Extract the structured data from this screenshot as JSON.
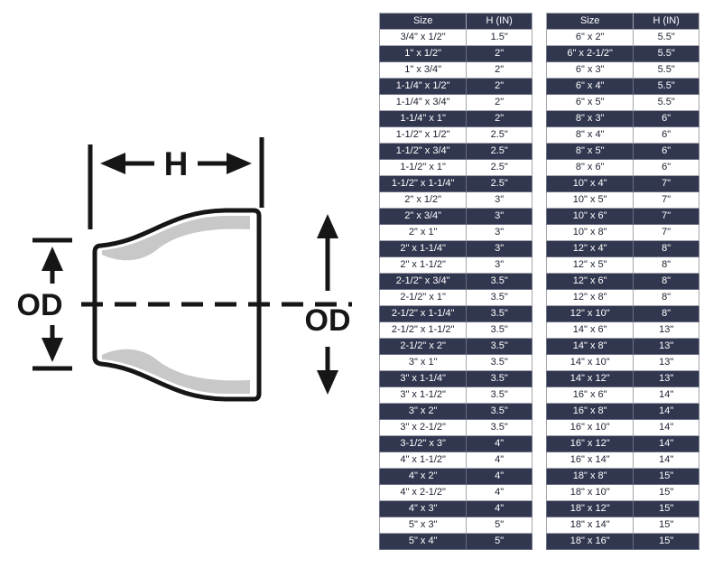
{
  "diagram": {
    "h_label": "H",
    "od_left_label": "OD",
    "od_right_label": "OD"
  },
  "colors": {
    "dark_row_bg": "#323750",
    "light_row_bg": "#ffffff",
    "dark_text": "#1c2030",
    "light_text": "#ffffff",
    "shading_gray": "#c8c8c8",
    "line_black": "#161616"
  },
  "tables": [
    {
      "headers": [
        "Size",
        "H (IN)"
      ],
      "rows": [
        [
          "3/4\" x 1/2\"",
          "1.5\""
        ],
        [
          "1\" x 1/2\"",
          "2\""
        ],
        [
          "1\" x 3/4\"",
          "2\""
        ],
        [
          "1-1/4\" x 1/2\"",
          "2\""
        ],
        [
          "1-1/4\" x 3/4\"",
          "2\""
        ],
        [
          "1-1/4\" x 1\"",
          "2\""
        ],
        [
          "1-1/2\" x 1/2\"",
          "2.5\""
        ],
        [
          "1-1/2\" x 3/4\"",
          "2.5\""
        ],
        [
          "1-1/2\" x 1\"",
          "2.5\""
        ],
        [
          "1-1/2\" x 1-1/4\"",
          "2.5\""
        ],
        [
          "2\" x 1/2\"",
          "3\""
        ],
        [
          "2\" x 3/4\"",
          "3\""
        ],
        [
          "2\" x 1\"",
          "3\""
        ],
        [
          "2\" x 1-1/4\"",
          "3\""
        ],
        [
          "2\" x 1-1/2\"",
          "3\""
        ],
        [
          "2-1/2\" x 3/4\"",
          "3.5\""
        ],
        [
          "2-1/2\" x 1\"",
          "3.5\""
        ],
        [
          "2-1/2\" x 1-1/4\"",
          "3.5\""
        ],
        [
          "2-1/2\" x 1-1/2\"",
          "3.5\""
        ],
        [
          "2-1/2\" x 2\"",
          "3.5\""
        ],
        [
          "3\" x 1\"",
          "3.5\""
        ],
        [
          "3\" x 1-1/4\"",
          "3.5\""
        ],
        [
          "3\" x 1-1/2\"",
          "3.5\""
        ],
        [
          "3\" x 2\"",
          "3.5\""
        ],
        [
          "3\" x 2-1/2\"",
          "3.5\""
        ],
        [
          "3-1/2\" x 3\"",
          "4\""
        ],
        [
          "4\" x 1-1/2\"",
          "4\""
        ],
        [
          "4\" x 2\"",
          "4\""
        ],
        [
          "4\" x 2-1/2\"",
          "4\""
        ],
        [
          "4\" x 3\"",
          "4\""
        ],
        [
          "5\" x 3\"",
          "5\""
        ],
        [
          "5\" x 4\"",
          "5\""
        ]
      ]
    },
    {
      "headers": [
        "Size",
        "H (IN)"
      ],
      "rows": [
        [
          "6\" x 2\"",
          "5.5\""
        ],
        [
          "6\" x 2-1/2\"",
          "5.5\""
        ],
        [
          "6\" x 3\"",
          "5.5\""
        ],
        [
          "6\" x 4\"",
          "5.5\""
        ],
        [
          "6\" x 5\"",
          "5.5\""
        ],
        [
          "8\" x 3\"",
          "6\""
        ],
        [
          "8\" x 4\"",
          "6\""
        ],
        [
          "8\" x 5\"",
          "6\""
        ],
        [
          "8\" x 6\"",
          "6\""
        ],
        [
          "10\" x 4\"",
          "7\""
        ],
        [
          "10\" x 5\"",
          "7\""
        ],
        [
          "10\" x 6\"",
          "7\""
        ],
        [
          "10\" x 8\"",
          "7\""
        ],
        [
          "12\" x 4\"",
          "8\""
        ],
        [
          "12\" x 5\"",
          "8\""
        ],
        [
          "12\" x 6\"",
          "8\""
        ],
        [
          "12\" x 8\"",
          "8\""
        ],
        [
          "12\" x 10\"",
          "8\""
        ],
        [
          "14\" x 6\"",
          "13\""
        ],
        [
          "14\" x 8\"",
          "13\""
        ],
        [
          "14\" x 10\"",
          "13\""
        ],
        [
          "14\" x 12\"",
          "13\""
        ],
        [
          "16\" x 6\"",
          "14\""
        ],
        [
          "16\" x 8\"",
          "14\""
        ],
        [
          "16\" x 10\"",
          "14\""
        ],
        [
          "16\" x 12\"",
          "14\""
        ],
        [
          "16\" x 14\"",
          "14\""
        ],
        [
          "18\" x 8\"",
          "15\""
        ],
        [
          "18\" x 10\"",
          "15\""
        ],
        [
          "18\" x 12\"",
          "15\""
        ],
        [
          "18\" x 14\"",
          "15\""
        ],
        [
          "18\" x 16\"",
          "15\""
        ]
      ]
    }
  ]
}
